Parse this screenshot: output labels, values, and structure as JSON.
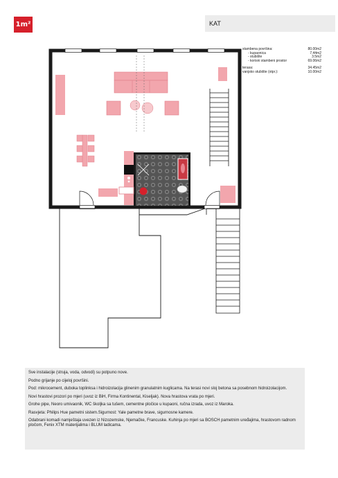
{
  "brand": {
    "logo_text": "1m²",
    "logo_color": "#d6202b"
  },
  "header": {
    "title": "KAT"
  },
  "areas": {
    "stambena_label": "stambena površina:",
    "stambena_value": "80.00m2",
    "kupaonica_label": "- kupaonica",
    "kupaonica_value": "7.44m2",
    "stubiste_label": "- stubište",
    "stubiste_value": "3.5m2",
    "korisni_label": "- korisni stambeni prostor",
    "korisni_value": "69.06m2",
    "terasa_label": "terasa:",
    "terasa_value": "34.45m2",
    "vanjsko_label": "vanjsko stubište (otpr.):",
    "vanjsko_value": "10.00m2"
  },
  "notes": [
    "Sve instalacije (struja, voda, odvodi) su potpuno nove.",
    "Podno grijanje po cijeloj površini.",
    "Pod: mikrocement, duboka toplinksa i hidroizolacija glinenim granulatnim kuglicama. Na terasi novi sloj betona sa posebnom hidroizolacijom.",
    "Novi hrastovi prozori po mjeri (uvoz iz BiH, Firma Kontinental, Kiseljak). Nova hrastova vrata po mjeri.",
    "Grohe pipe, Neoro umivaonik, WC školjka sa tušem, cementne pločice u kupaoni, ručna izrada, uvoz iz Maroka.",
    "Rasvjeta: Philips Hue pametni sistem.Sigurnost: Yale pametne brave, sigurnosne kamere.",
    "Odabrani komadi namještaja uvezen iz Nizozemske, Njemačke, Francuske. Kuhinja po mjeri sa BOSCH pametnim uređajima, hrastovom radnom pločom, Fenix XTM materijalima i BLUM ladicama."
  ],
  "colors": {
    "furniture": "#f2a6ad",
    "furniture_stroke": "#e0808a",
    "tile_dark": "#5c5c5c",
    "wall": "#1a1a1a",
    "panel": "#ececec"
  }
}
